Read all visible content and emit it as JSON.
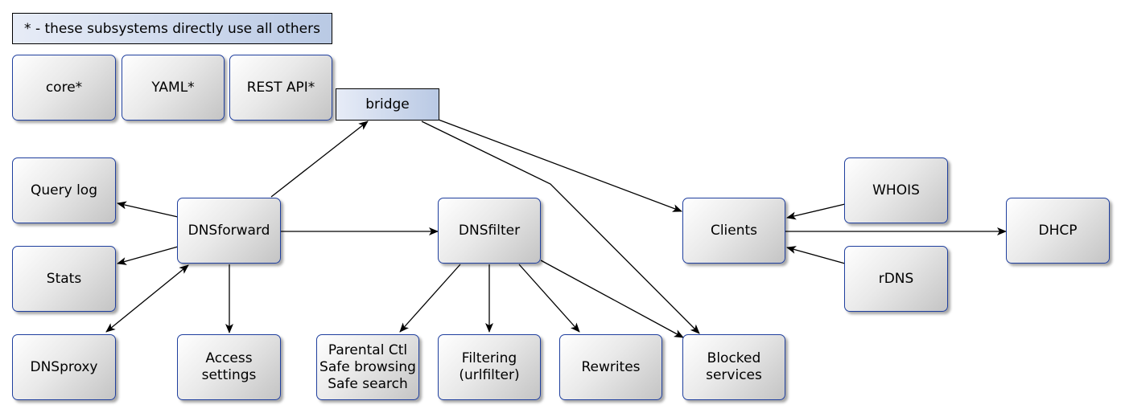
{
  "legend": "* - these subsystems directly use all others",
  "bridge": "bridge",
  "nodes": {
    "core": "core*",
    "yaml": "YAML*",
    "rest_api": "REST API*",
    "query_log": "Query log",
    "stats": "Stats",
    "dnsproxy": "DNSproxy",
    "dnsforward": "DNSforward",
    "access_settings": "Access\nsettings",
    "dnsfilter": "DNSfilter",
    "parental": "Parental Ctl\nSafe browsing\nSafe search",
    "filtering": "Filtering\n(urlfilter)",
    "rewrites": "Rewrites",
    "blocked_services": "Blocked\nservices",
    "clients": "Clients",
    "whois": "WHOIS",
    "rdns": "rDNS",
    "dhcp": "DHCP"
  },
  "edges": [
    {
      "from": "dnsforward",
      "to": "bridge"
    },
    {
      "from": "dnsforward",
      "to": "query_log"
    },
    {
      "from": "dnsforward",
      "to": "stats"
    },
    {
      "from": "dnsforward",
      "to": "dnsproxy",
      "bidirectional": true
    },
    {
      "from": "dnsforward",
      "to": "access_settings"
    },
    {
      "from": "dnsforward",
      "to": "dnsfilter"
    },
    {
      "from": "dnsfilter",
      "to": "parental"
    },
    {
      "from": "dnsfilter",
      "to": "filtering"
    },
    {
      "from": "dnsfilter",
      "to": "rewrites"
    },
    {
      "from": "dnsfilter",
      "to": "blocked_services"
    },
    {
      "from": "bridge",
      "to": "clients"
    },
    {
      "from": "bridge",
      "to": "blocked_services"
    },
    {
      "from": "whois",
      "to": "clients"
    },
    {
      "from": "rdns",
      "to": "clients"
    },
    {
      "from": "clients",
      "to": "dhcp"
    }
  ]
}
